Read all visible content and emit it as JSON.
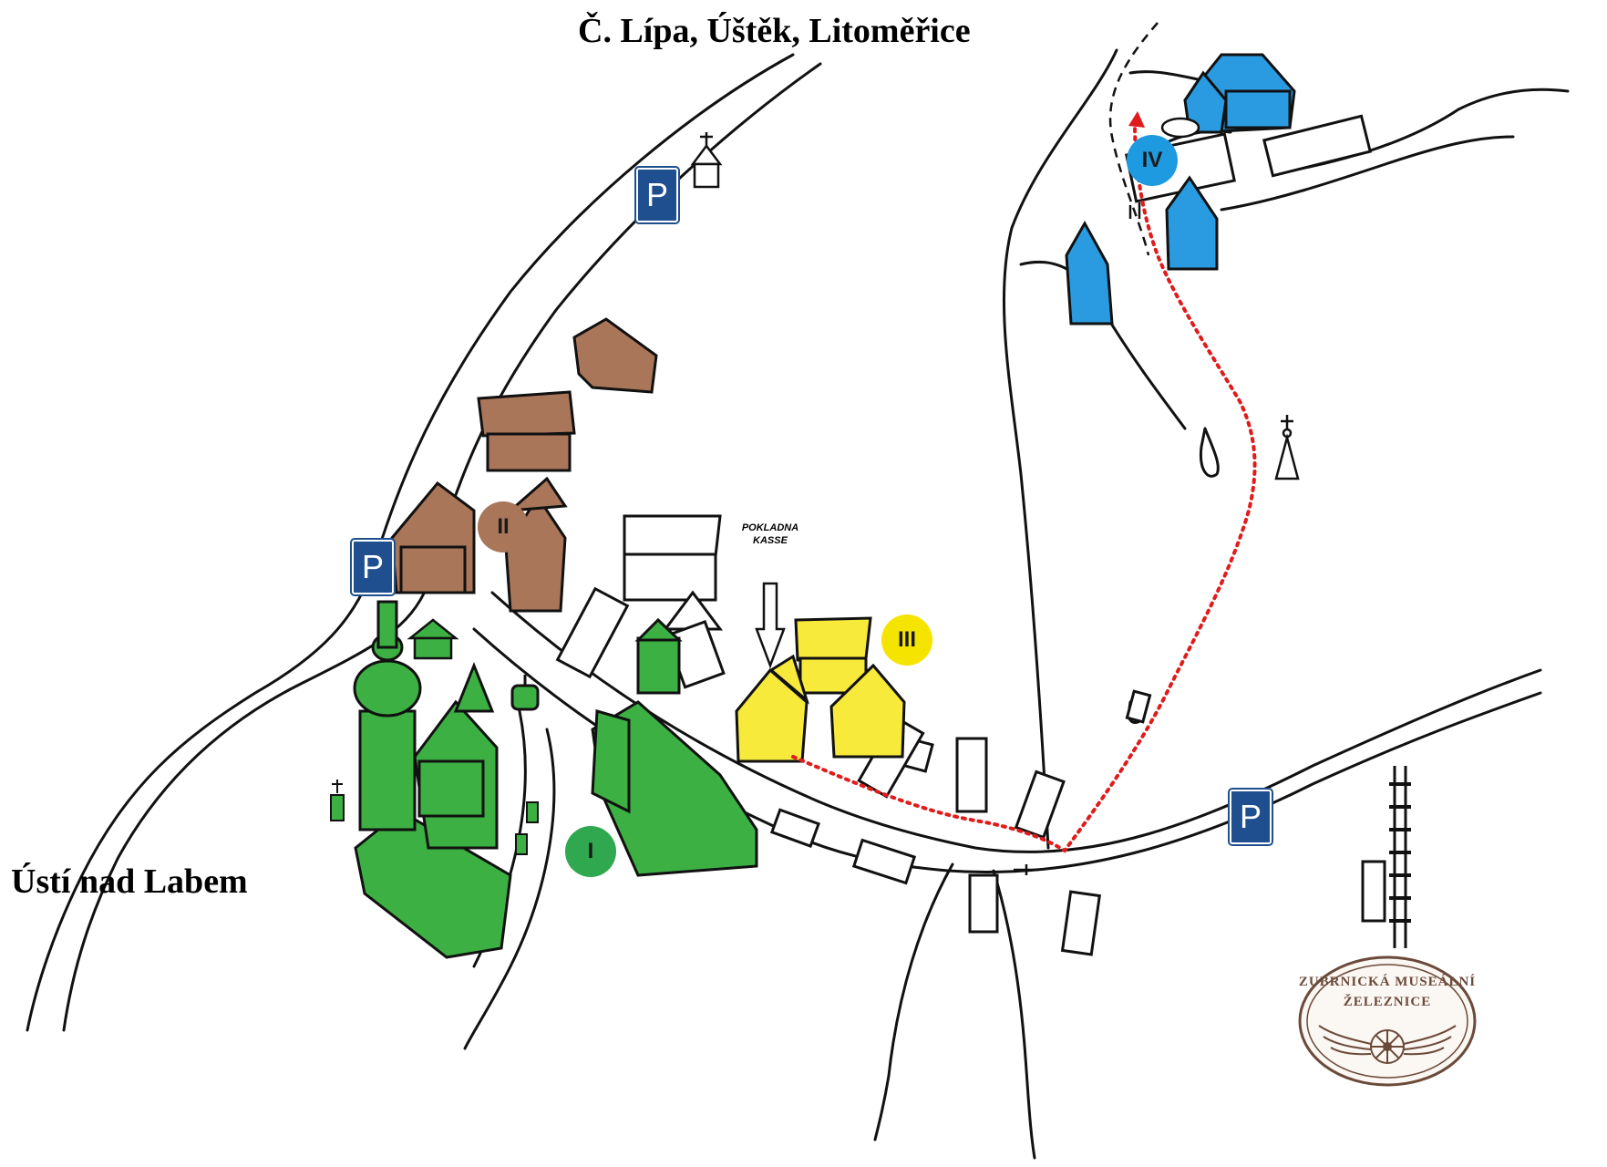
{
  "destinations": {
    "top": "Č. Lípa, Úštěk, Litoměřice",
    "left": "Ústí nad Labem"
  },
  "parking_label": "P",
  "zones": [
    {
      "label": "I",
      "color": "#2fa84f"
    },
    {
      "label": "II",
      "color": "#a9765a"
    },
    {
      "label": "III",
      "color": "#f5e400"
    },
    {
      "label": "IV",
      "color": "#1e9ae0"
    }
  ],
  "cashier": {
    "line1": "POKLADNA",
    "line2": "KASSE"
  },
  "logo": {
    "line1": "ZUBRNICKÁ MUSEÁLNÍ",
    "line2": "ŽELEZNICE",
    "color": "#6b4a3a"
  },
  "colors": {
    "green_buildings": "#3cb043",
    "brown_buildings": "#a9765a",
    "yellow_buildings": "#f7ea3a",
    "blue_buildings": "#2a9be0",
    "route": "#e01b1b",
    "parking": "#1f4f8f"
  }
}
